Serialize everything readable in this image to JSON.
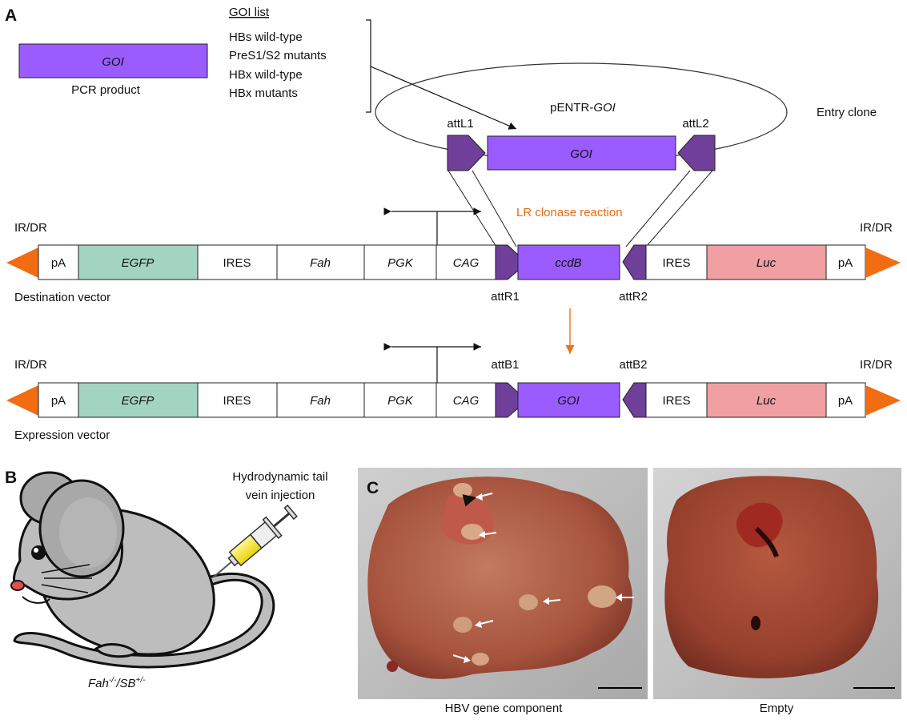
{
  "panels": {
    "a": "A",
    "b": "B",
    "c": "C"
  },
  "pcr": {
    "label": "GOI",
    "caption": "PCR product"
  },
  "goi_list": {
    "title": "GOI list",
    "items": [
      "HBs wild-type",
      "PreS1/S2 mutants",
      "HBx wild-type",
      "HBx mutants"
    ]
  },
  "entry": {
    "plasmid_prefix": "pENTR-",
    "plasmid_goi": "GOI",
    "label": "Entry clone",
    "attL1": "attL1",
    "attL2": "attL2",
    "insert": "GOI"
  },
  "reaction": {
    "label": "LR clonase reaction"
  },
  "destination": {
    "ir_left": "IR/DR",
    "ir_right": "IR/DR",
    "segments": [
      "pA",
      "EGFP",
      "IRES",
      "Fah",
      "PGK",
      "CAG",
      "ccdB",
      "IRES",
      "Luc",
      "pA"
    ],
    "att_left": "attR1",
    "att_right": "attR2",
    "caption": "Destination vector"
  },
  "expression": {
    "ir_left": "IR/DR",
    "ir_right": "IR/DR",
    "segments": [
      "pA",
      "EGFP",
      "IRES",
      "Fah",
      "PGK",
      "CAG",
      "GOI",
      "IRES",
      "Luc",
      "pA"
    ],
    "att_left": "attB1",
    "att_right": "attB2",
    "caption": "Expression vector"
  },
  "mouse": {
    "injection_line1": "Hydrodynamic tail",
    "injection_line2": "vein injection",
    "genotype": "Fah-/-/SB+/-"
  },
  "photos": {
    "left_caption": "HBV gene component",
    "right_caption": "Empty"
  },
  "colors": {
    "purple": "#9b5cff",
    "dark_purple": "#6f3f99",
    "green": "#a3d4c2",
    "pink": "#f0a0a3",
    "orange": "#f26c12",
    "arrow_orange": "#e8741c"
  }
}
